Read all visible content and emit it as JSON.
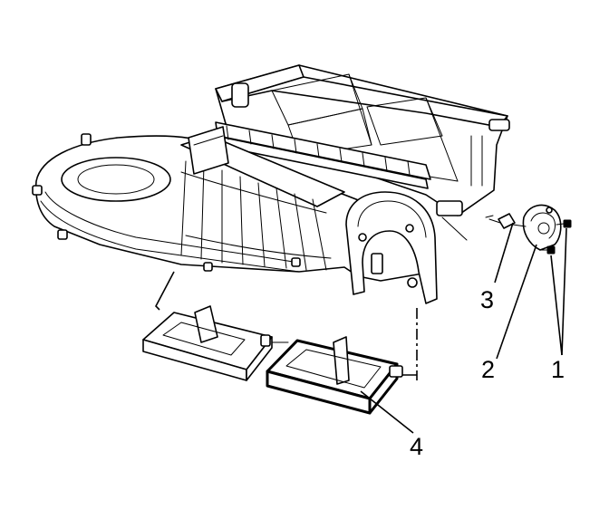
{
  "diagram": {
    "callouts": [
      {
        "id": "1",
        "text": "1"
      },
      {
        "id": "2",
        "text": "2"
      },
      {
        "id": "3",
        "text": "3"
      },
      {
        "id": "4",
        "text": "4"
      }
    ]
  }
}
